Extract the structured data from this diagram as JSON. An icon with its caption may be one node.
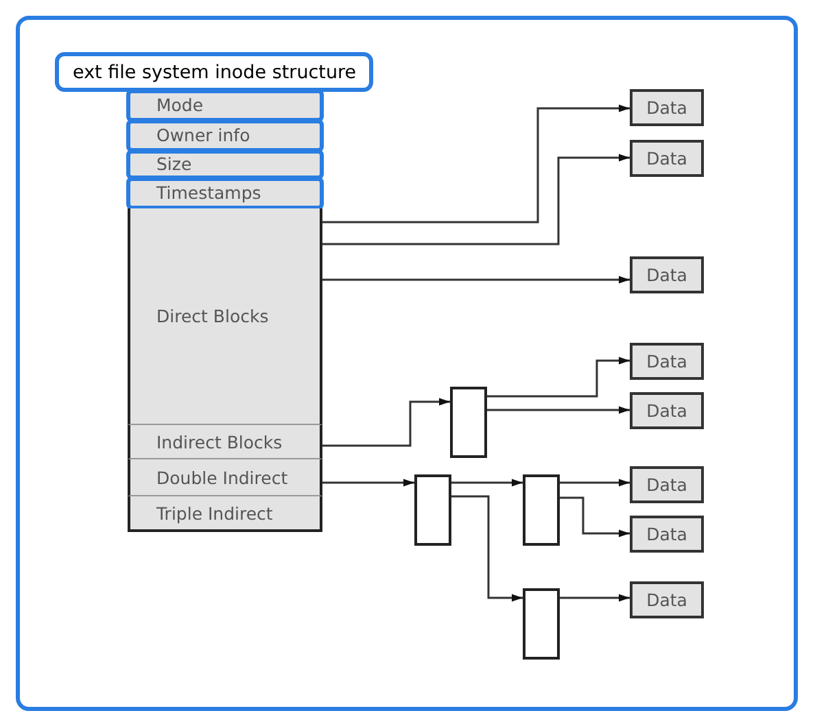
{
  "diagram": {
    "nodes": [
      {
        "text": [
          "ext file system inode structure"
        ]
      },
      {
        "text": [
          "Mode"
        ]
      },
      {
        "text": [
          "Owner info"
        ]
      },
      {
        "text": [
          "Size"
        ]
      },
      {
        "text": [
          "Timestamps"
        ]
      },
      {
        "text": [
          "Direct Blocks"
        ]
      },
      {
        "text": [
          "Indirect Blocks"
        ]
      },
      {
        "text": [
          "Double Indirect"
        ]
      },
      {
        "text": [
          "Triple Indirect"
        ]
      },
      {
        "text": [
          "Data"
        ]
      },
      {
        "text": [
          "Data"
        ]
      },
      {
        "text": [
          "Data"
        ]
      },
      {
        "text": [
          "Data"
        ]
      },
      {
        "text": [
          "Data"
        ]
      },
      {
        "text": [
          "Data"
        ]
      },
      {
        "text": [
          "Data"
        ]
      },
      {
        "text": [
          "Data"
        ]
      },
      {
        "text": [],
        "shape": "box"
      },
      {
        "text": [],
        "shape": "box"
      },
      {
        "text": [],
        "shape": "box"
      },
      {
        "text": [],
        "shape": "box"
      }
    ],
    "edges": [
      {
        "from": 5,
        "to": 9,
        "arrow": "to"
      },
      {
        "from": 5,
        "to": 10,
        "arrow": "to"
      },
      {
        "from": 5,
        "to": 11,
        "arrow": "to"
      },
      {
        "from": 6,
        "to": 17,
        "arrow": "to"
      },
      {
        "from": 17,
        "to": 12,
        "arrow": "to"
      },
      {
        "from": 17,
        "to": 13,
        "arrow": "to"
      },
      {
        "from": 7,
        "to": 18,
        "arrow": "to"
      },
      {
        "from": 18,
        "to": 19,
        "arrow": "to"
      },
      {
        "from": 18,
        "to": 20,
        "arrow": "to"
      },
      {
        "from": 19,
        "to": 14,
        "arrow": "to"
      },
      {
        "from": 19,
        "to": 15,
        "arrow": "to"
      },
      {
        "from": 20,
        "to": 16,
        "arrow": "to"
      }
    ]
  }
}
